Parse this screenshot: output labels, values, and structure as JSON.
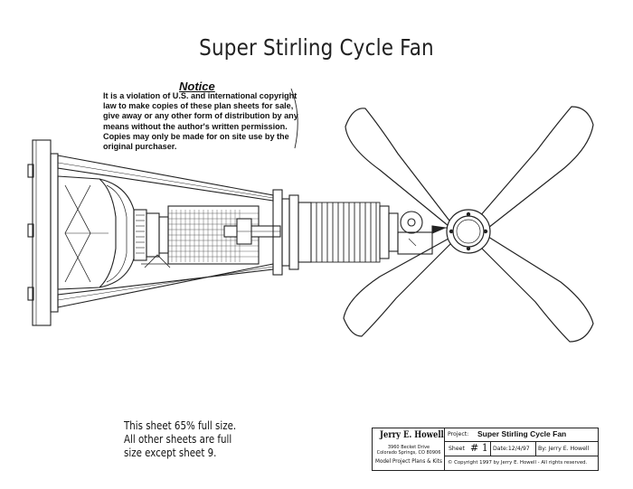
{
  "title": "Super Stirling Cycle Fan",
  "notice": {
    "heading": "Notice",
    "lines": [
      "It is a violation of U.S. and international copyright",
      "law to make copies of these plan sheets for sale,",
      "give away or any other form of distribution by any",
      "means without the author's written permission.",
      "Copies may only be made for on site use by the",
      "original purchaser."
    ]
  },
  "scale_note": {
    "lines": [
      "This sheet 65% full size.",
      "All other sheets are full",
      "size except sheet 9."
    ]
  },
  "title_block": {
    "name": "Jerry E. Howell",
    "address_line1": "3960 Becket Drive",
    "address_line2": "Colorado Springs, CO 80906",
    "company": "Model Project Plans & Kits",
    "project_label": "Project:",
    "project_value": "Super Stirling Cycle Fan",
    "sheet_label": "Sheet",
    "sheet_number": "# 1",
    "date_label": "Date:",
    "date_value": "12/4/97",
    "by_label": "By:",
    "by_value": "Jerry E. Howell",
    "copyright": "© Copyright 1997 by Jerry E. Howell - All rights reserved."
  }
}
